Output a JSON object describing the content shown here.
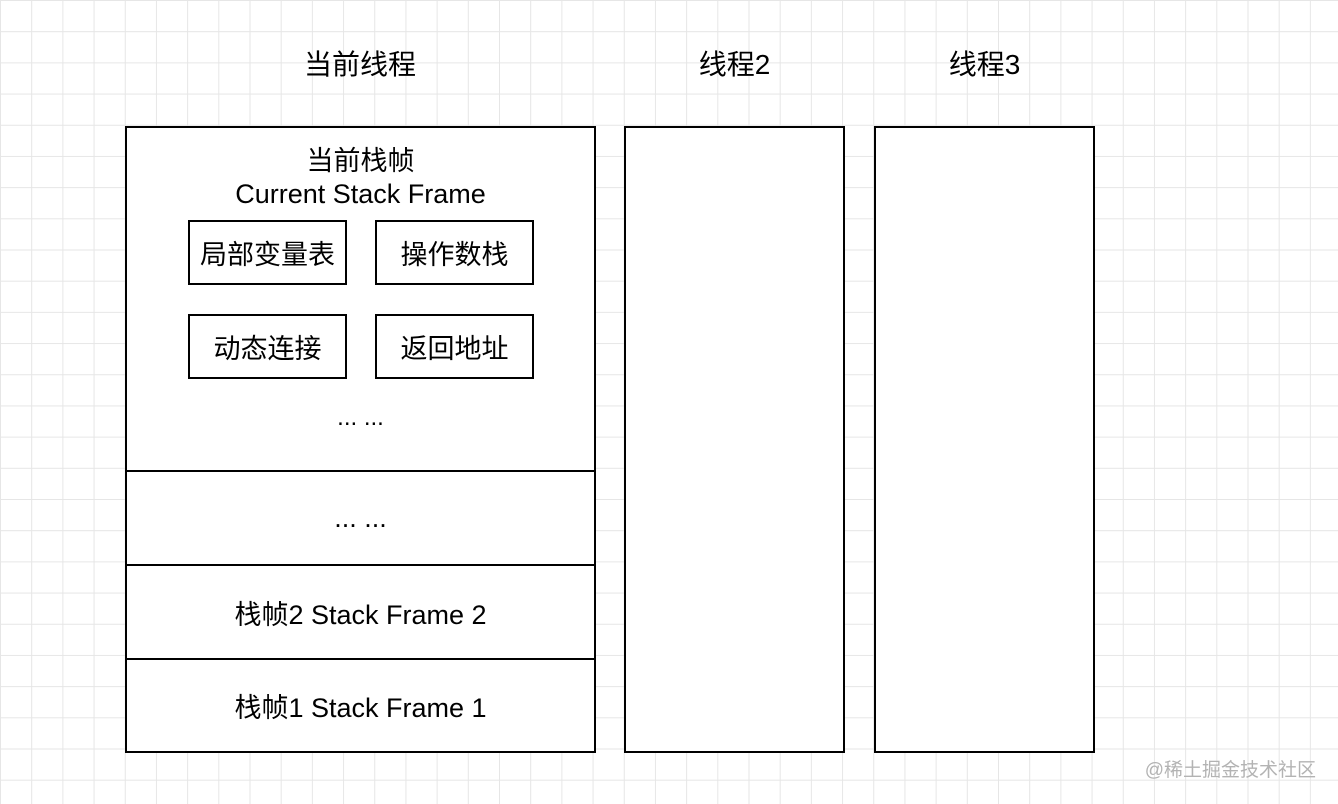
{
  "threads": {
    "current_label": "当前线程",
    "thread2_label": "线程2",
    "thread3_label": "线程3"
  },
  "current_frame": {
    "title_cn": "当前栈帧",
    "title_en": "Current Stack Frame",
    "components": {
      "local_vars": "局部变量表",
      "operand_stack": "操作数栈",
      "dynamic_link": "动态连接",
      "return_address": "返回地址"
    },
    "more": "... ..."
  },
  "stack": {
    "middle_more": "... ...",
    "frame2": "栈帧2 Stack Frame 2",
    "frame1": "栈帧1 Stack Frame 1"
  },
  "watermark": "@稀土掘金技术社区"
}
